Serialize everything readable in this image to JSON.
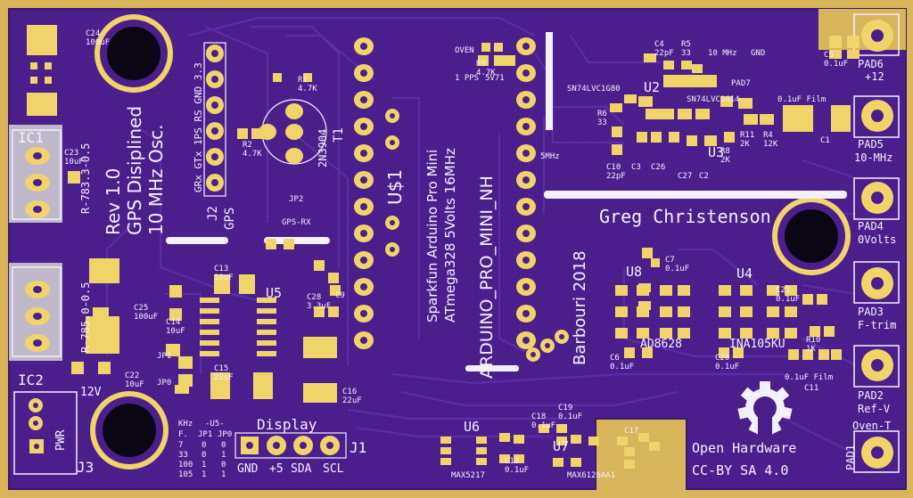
{
  "board": {
    "colors": {
      "background": "#d8b45a",
      "solder_mask": "#4a1f8c",
      "trace": "#5b2ea6",
      "silkscreen": "#f4f0ff",
      "pad": "#f0d46a",
      "hole": "#0b0614"
    },
    "title": {
      "line1": "Rev 1.0",
      "line2": "GPS Disiplined",
      "line3": "10 MHz Osc."
    },
    "author": "Greg Christenson",
    "org": "Barbouri 2018",
    "module": {
      "name": "ARDUINO_PRO_MINI_NH",
      "line1": "Sparkfun Arduino Pro Mini",
      "line2": "ATmega328 5Volts 16MHz",
      "ref": "U$1"
    },
    "license": {
      "line1": "Open Hardware",
      "line2": "CC-BY SA 4.0"
    },
    "pads": [
      {
        "ref": "PAD6",
        "label": "+12"
      },
      {
        "ref": "PAD5",
        "label": "10-MHz"
      },
      {
        "ref": "PAD4",
        "label": "0Volts"
      },
      {
        "ref": "PAD3",
        "label": "F-trim"
      },
      {
        "ref": "PAD2",
        "label": "Ref-V"
      },
      {
        "ref": "PAD1",
        "label": "Oven-T"
      }
    ],
    "gps_header": {
      "ref": "J2",
      "name": "GPS",
      "pins": "GRx GTx 1PS RS GND 3.3"
    },
    "display_header": {
      "ref": "J1",
      "name": "Display",
      "pins": [
        "GND",
        "+5",
        "SDA",
        "SCL"
      ]
    },
    "power": {
      "ref": "J3",
      "label": "PWR",
      "voltage": "12V"
    },
    "regulators": [
      {
        "ref": "IC1",
        "part": "R-783.3-0.5"
      },
      {
        "ref": "IC2",
        "part": "R-785.0-0.5"
      }
    ],
    "transistor": {
      "ref": "T1",
      "part": "2N3904"
    },
    "ics": [
      {
        "ref": "U2",
        "part": "SN74LVC1G80"
      },
      {
        "ref": "U3",
        "part": "SN74LVC1G14"
      },
      {
        "ref": "U4",
        "part": "INA105KU"
      },
      {
        "ref": "U5",
        "part": ""
      },
      {
        "ref": "U6",
        "part": "MAX5217"
      },
      {
        "ref": "U7",
        "part": "MAX6126AA1"
      },
      {
        "ref": "U8",
        "part": "AD8628"
      }
    ],
    "labels": {
      "oven": "OVEN",
      "pps": "1 PPS",
      "fivev": "5V71",
      "clk": "10 MHz",
      "gnd": "GND",
      "pad7": "PAD7",
      "mhz": "5MHz",
      "gps_rx": "GPS-RX",
      "jp2": "JP2",
      "jp1": "JP1",
      "jp0": "JP0",
      "film": "0.1uF Film",
      "film2": "0.1uF Film"
    },
    "table": {
      "header": [
        "KHz",
        "-U5-"
      ],
      "cols": [
        "F.",
        "JP1",
        "JP0"
      ],
      "rows": [
        [
          "7",
          "0",
          "0"
        ],
        [
          "33",
          "0",
          "1"
        ],
        [
          "100",
          "1",
          "0"
        ],
        [
          "105",
          "1",
          "1"
        ]
      ]
    },
    "components": [
      {
        "ref": "R1",
        "value": "4.7K"
      },
      {
        "ref": "R2",
        "value": "4.7K"
      },
      {
        "ref": "R9",
        "value": "4.7K"
      },
      {
        "ref": "C4",
        "value": "22pF"
      },
      {
        "ref": "R5",
        "value": "33"
      },
      {
        "ref": "R6",
        "value": "33"
      },
      {
        "ref": "R11",
        "value": "2K"
      },
      {
        "ref": "R4",
        "value": "12K"
      },
      {
        "ref": "R8",
        "value": "2K"
      },
      {
        "ref": "R10",
        "value": "1K"
      },
      {
        "ref": "C1",
        "value": ""
      },
      {
        "ref": "C2",
        "value": ""
      },
      {
        "ref": "C3",
        "value": ""
      },
      {
        "ref": "C5",
        "value": "0.1uF"
      },
      {
        "ref": "C6",
        "value": "0.1uF"
      },
      {
        "ref": "C7",
        "value": "0.1uF"
      },
      {
        "ref": "C9",
        "value": ""
      },
      {
        "ref": "C10",
        "value": "22pF"
      },
      {
        "ref": "C11",
        "value": ""
      },
      {
        "ref": "C12",
        "value": "0.1uF"
      },
      {
        "ref": "C13",
        "value": "10uF"
      },
      {
        "ref": "C14",
        "value": "10uF"
      },
      {
        "ref": "C15",
        "value": "22uF"
      },
      {
        "ref": "C16",
        "value": "22uF"
      },
      {
        "ref": "C17",
        "value": ""
      },
      {
        "ref": "C18",
        "value": "0.1uF"
      },
      {
        "ref": "C19",
        "value": "0.1uF"
      },
      {
        "ref": "C20",
        "value": "0.1uF"
      },
      {
        "ref": "C21",
        "value": "0.1uF"
      },
      {
        "ref": "C22",
        "value": "10uF"
      },
      {
        "ref": "C23",
        "value": "10uF"
      },
      {
        "ref": "C24",
        "value": "100uF"
      },
      {
        "ref": "C25",
        "value": "100uF"
      },
      {
        "ref": "C26",
        "value": ""
      },
      {
        "ref": "C27",
        "value": ""
      },
      {
        "ref": "C28",
        "value": "3.3uF"
      }
    ]
  }
}
